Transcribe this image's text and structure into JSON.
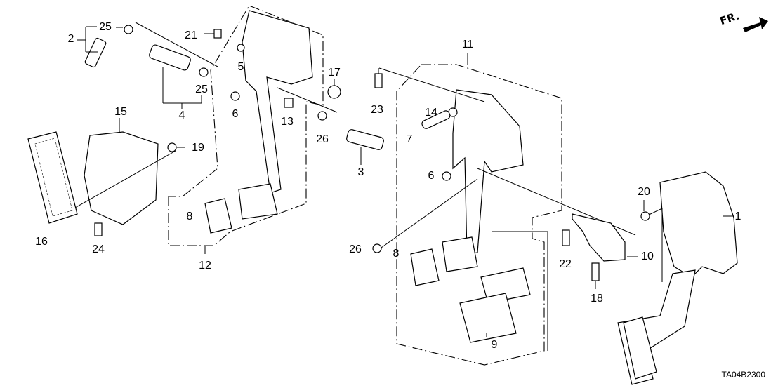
{
  "diagram": {
    "title_code": "TA04B2300",
    "direction_label": "FR.",
    "direction_icon": "front-arrow-icon",
    "callouts": [
      "1",
      "2",
      "3",
      "4",
      "5",
      "6",
      "6",
      "7",
      "8",
      "8",
      "9",
      "10",
      "11",
      "12",
      "13",
      "14",
      "15",
      "16",
      "17",
      "18",
      "19",
      "20",
      "21",
      "22",
      "23",
      "24",
      "25",
      "25",
      "26",
      "26"
    ],
    "labels": [
      {
        "id": "2",
        "text": "2"
      },
      {
        "id": "25a",
        "text": "25"
      },
      {
        "id": "25b",
        "text": "25"
      },
      {
        "id": "4",
        "text": "4"
      },
      {
        "id": "21",
        "text": "21"
      },
      {
        "id": "5",
        "text": "5"
      },
      {
        "id": "6a",
        "text": "6"
      },
      {
        "id": "13",
        "text": "13"
      },
      {
        "id": "17",
        "text": "17"
      },
      {
        "id": "26a",
        "text": "26"
      },
      {
        "id": "15",
        "text": "15"
      },
      {
        "id": "19",
        "text": "19"
      },
      {
        "id": "16",
        "text": "16"
      },
      {
        "id": "24",
        "text": "24"
      },
      {
        "id": "8a",
        "text": "8"
      },
      {
        "id": "12",
        "text": "12"
      },
      {
        "id": "11",
        "text": "11"
      },
      {
        "id": "23",
        "text": "23"
      },
      {
        "id": "14",
        "text": "14"
      },
      {
        "id": "7",
        "text": "7"
      },
      {
        "id": "3",
        "text": "3"
      },
      {
        "id": "6b",
        "text": "6"
      },
      {
        "id": "26b",
        "text": "26"
      },
      {
        "id": "8b",
        "text": "8"
      },
      {
        "id": "9",
        "text": "9"
      },
      {
        "id": "22",
        "text": "22"
      },
      {
        "id": "18",
        "text": "18"
      },
      {
        "id": "10",
        "text": "10"
      },
      {
        "id": "20",
        "text": "20"
      },
      {
        "id": "1",
        "text": "1"
      }
    ]
  }
}
